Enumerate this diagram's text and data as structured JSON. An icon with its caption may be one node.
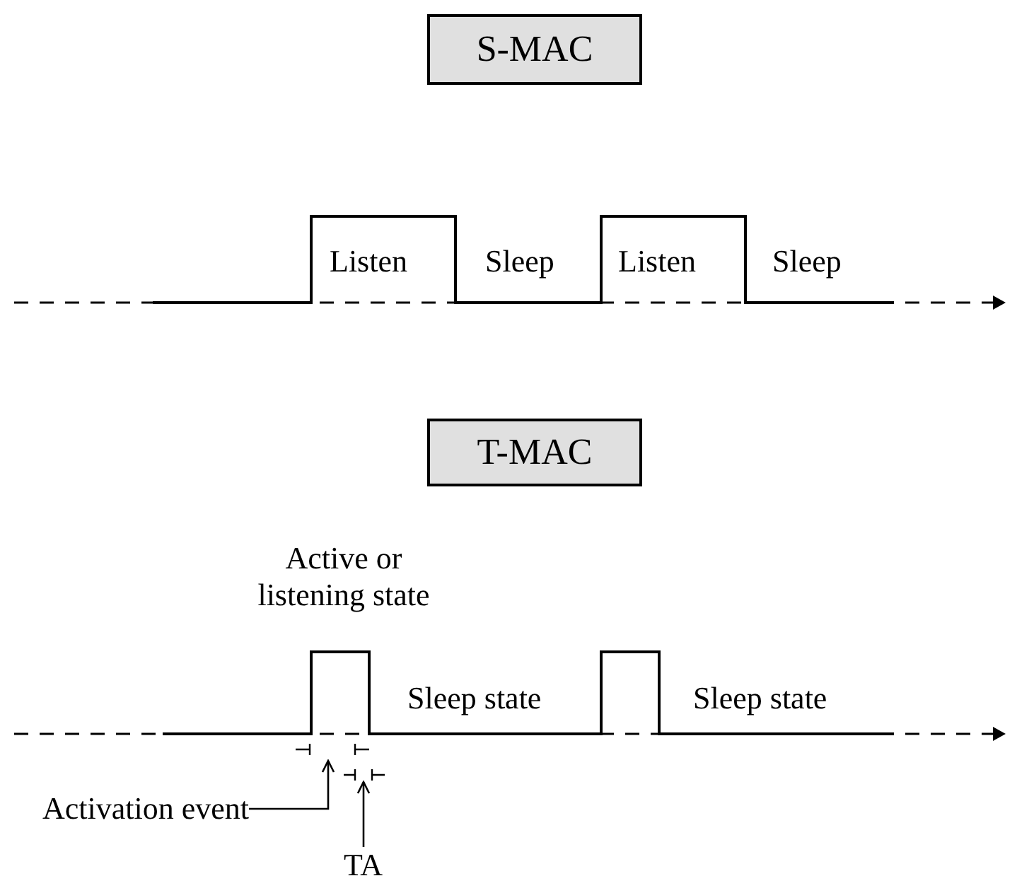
{
  "diagram": {
    "nodes": [
      {
        "text": [
          "S-MAC"
        ]
      },
      {
        "text": [
          "T-MAC"
        ]
      },
      {
        "text": [
          "Activation event"
        ]
      },
      {
        "text": [
          "TA"
        ]
      }
    ],
    "edges": [
      {
        "from": 2,
        "to": null,
        "arrow": "to"
      },
      {
        "from": 3,
        "to": null,
        "arrow": "to"
      }
    ],
    "labels": [
      "Listen",
      "Sleep",
      "Listen",
      "Sleep",
      "Active or listening state",
      "Sleep state",
      "Sleep state"
    ]
  }
}
